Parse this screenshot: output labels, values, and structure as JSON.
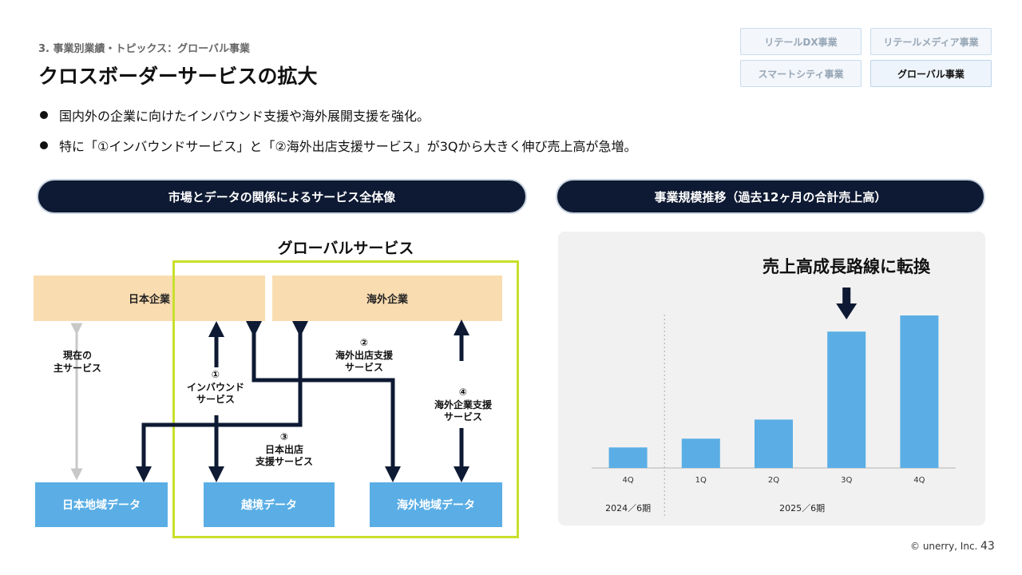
{
  "header": {
    "eyebrow": "3. 事業別業績・トピックス：グローバル事業",
    "title": "クロスボーダーサービスの拡大"
  },
  "segments": [
    {
      "label": "リテールDX事業",
      "active": false
    },
    {
      "label": "リテールメディア事業",
      "active": false
    },
    {
      "label": "スマートシティ事業",
      "active": false
    },
    {
      "label": "グローバル事業",
      "active": true
    }
  ],
  "bullets": [
    "国内外の企業に向けたインバウンド支援や海外展開支援を強化。",
    "特に「①インバウンドサービス」と「②海外出店支援サービス」が3Qから大きく伸び売上高が急増。"
  ],
  "left_panel": {
    "heading": "市場とデータの関係によるサービス全体像",
    "global_title": "グローバルサービス",
    "boxes": {
      "jp_company": "日本企業",
      "overseas_company": "海外企業",
      "jp_data": "日本地域データ",
      "cross_data": "越境データ",
      "overseas_data": "海外地域データ"
    },
    "labels": {
      "main_service": "現在の\n主サービス",
      "svc1": "①\nインバウンド\nサービス",
      "svc2": "②\n海外出店支援\nサービス",
      "svc3": "③\n日本出店\n支援サービス",
      "svc4": "④\n海外企業支援\nサービス"
    }
  },
  "right_panel": {
    "heading": "事業規模推移（過去12ヶ月の合計売上高）",
    "annotation": "売上高成長路線に転換"
  },
  "chart_data": {
    "type": "bar",
    "categories": [
      "4Q",
      "1Q",
      "2Q",
      "3Q",
      "4Q"
    ],
    "groups": [
      {
        "label": "2024／6期",
        "categories": [
          "4Q"
        ]
      },
      {
        "label": "2025／6期",
        "categories": [
          "1Q",
          "2Q",
          "3Q",
          "4Q"
        ]
      }
    ],
    "values": [
      14,
      20,
      33,
      93,
      104
    ],
    "ylim": [
      0,
      110
    ],
    "bar_color": "#5aaee5",
    "title": "",
    "xlabel": "",
    "ylabel": ""
  },
  "footer": {
    "copyright": "© unerry, Inc.",
    "page": "43"
  }
}
